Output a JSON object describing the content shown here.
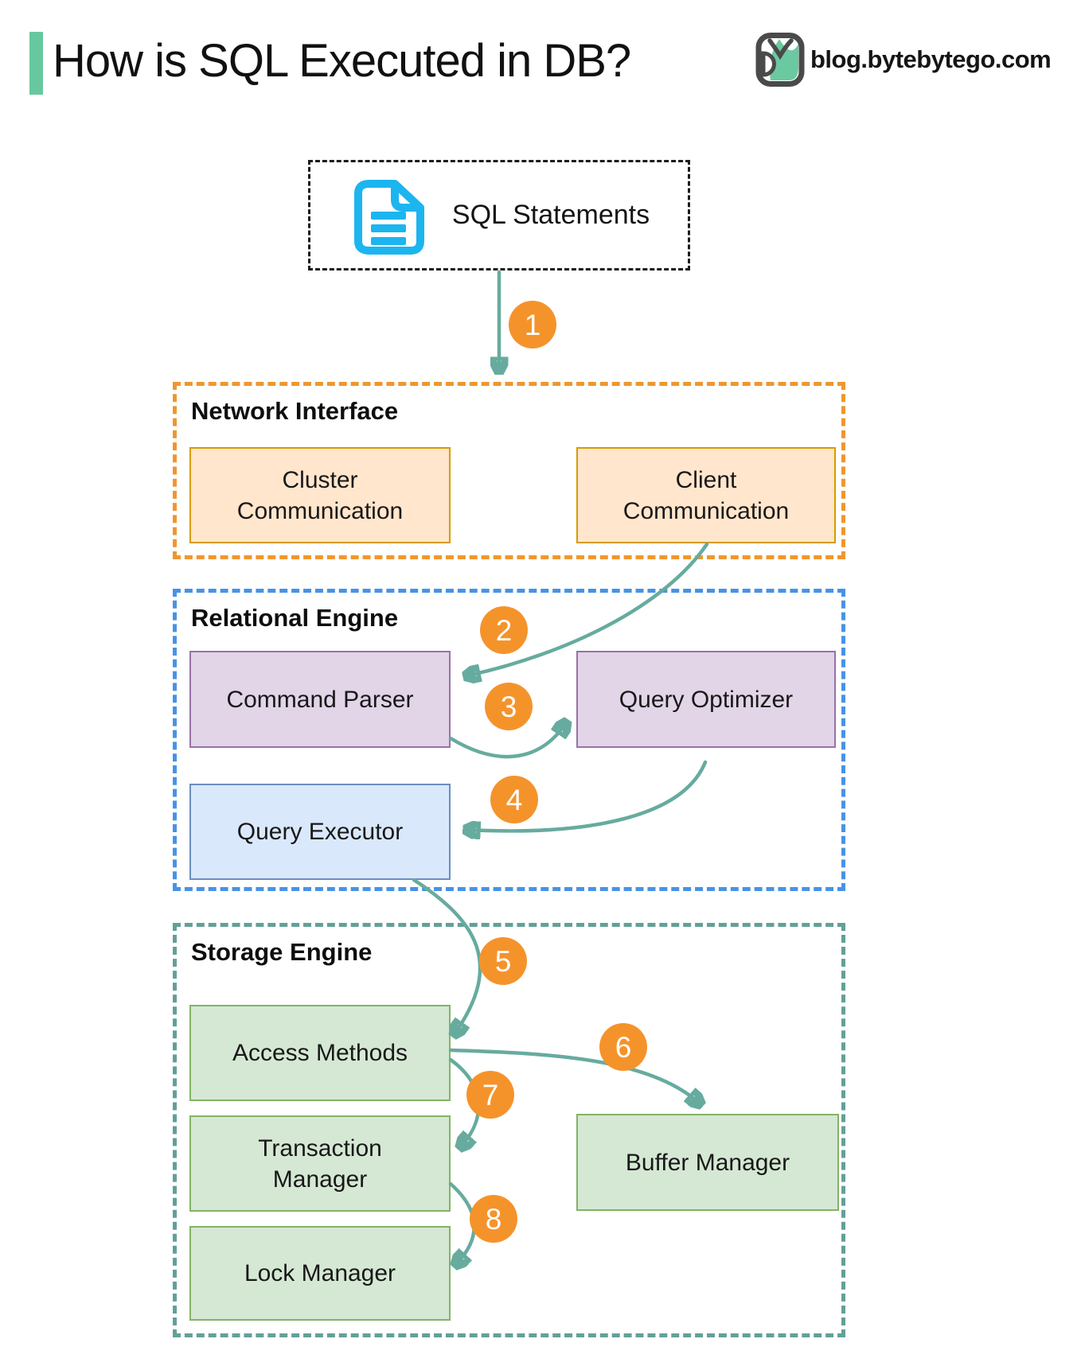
{
  "header": {
    "title": "How is SQL Executed in DB?",
    "brand": "blog.bytebytego.com"
  },
  "diagram": {
    "source": {
      "label": "SQL Statements"
    },
    "sections": [
      {
        "label": "Network Interface",
        "boxes": [
          {
            "label": "Cluster Communication"
          },
          {
            "label": "Client Communication"
          }
        ]
      },
      {
        "label": "Relational Engine",
        "boxes": [
          {
            "label": "Command Parser"
          },
          {
            "label": "Query Optimizer"
          },
          {
            "label": "Query Executor"
          }
        ]
      },
      {
        "label": "Storage Engine",
        "boxes": [
          {
            "label": "Access Methods"
          },
          {
            "label": "Transaction Manager"
          },
          {
            "label": "Lock Manager"
          },
          {
            "label": "Buffer Manager"
          }
        ]
      }
    ],
    "steps": [
      "1",
      "2",
      "3",
      "4",
      "5",
      "6",
      "7",
      "8"
    ],
    "edges": [
      {
        "step": "1",
        "from": "SQL Statements",
        "to": "Network Interface"
      },
      {
        "step": "2",
        "from": "Client Communication",
        "to": "Command Parser"
      },
      {
        "step": "3",
        "from": "Command Parser",
        "to": "Query Optimizer"
      },
      {
        "step": "4",
        "from": "Query Optimizer",
        "to": "Query Executor"
      },
      {
        "step": "5",
        "from": "Query Executor",
        "to": "Access Methods"
      },
      {
        "step": "6",
        "from": "Access Methods",
        "to": "Buffer Manager"
      },
      {
        "step": "7",
        "from": "Access Methods",
        "to": "Transaction Manager"
      },
      {
        "step": "8",
        "from": "Transaction Manager",
        "to": "Lock Manager"
      }
    ],
    "icons": {
      "source": "document-icon",
      "brand": "bytebytego-logo-icon"
    },
    "colors": {
      "accent_bar": "#67C89F",
      "arrow": "#67AB9F",
      "step_badge": "#F5932B",
      "network_border": "#F0962F",
      "relational_border": "#4793E6",
      "storage_border": "#63A098",
      "orange_fill": "#FFE6CC",
      "orange_stroke": "#D79B00",
      "purple_fill": "#E1D5E7",
      "purple_stroke": "#9673A6",
      "blue_fill": "#DAE8FC",
      "blue_stroke": "#6C8EBF",
      "green_fill": "#D5E8D4",
      "green_stroke": "#82B366",
      "document_icon": "#1CB5F0"
    }
  }
}
